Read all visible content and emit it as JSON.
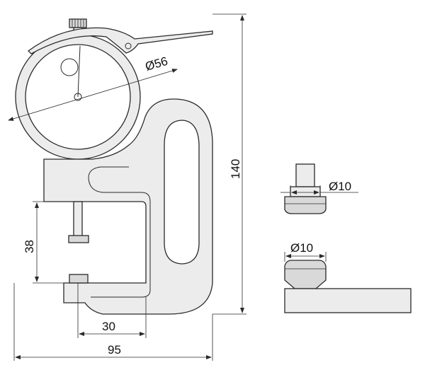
{
  "dimensions": {
    "dial_diameter": "Ø56",
    "overall_height": "140",
    "opening_height": "38",
    "throat_depth": "30",
    "overall_width": "95",
    "upper_contact_diameter": "Ø10",
    "lower_anvil_diameter": "Ø10"
  },
  "colors": {
    "line": "#2a2a2a",
    "fill": "#ececec",
    "background": "#ffffff"
  }
}
